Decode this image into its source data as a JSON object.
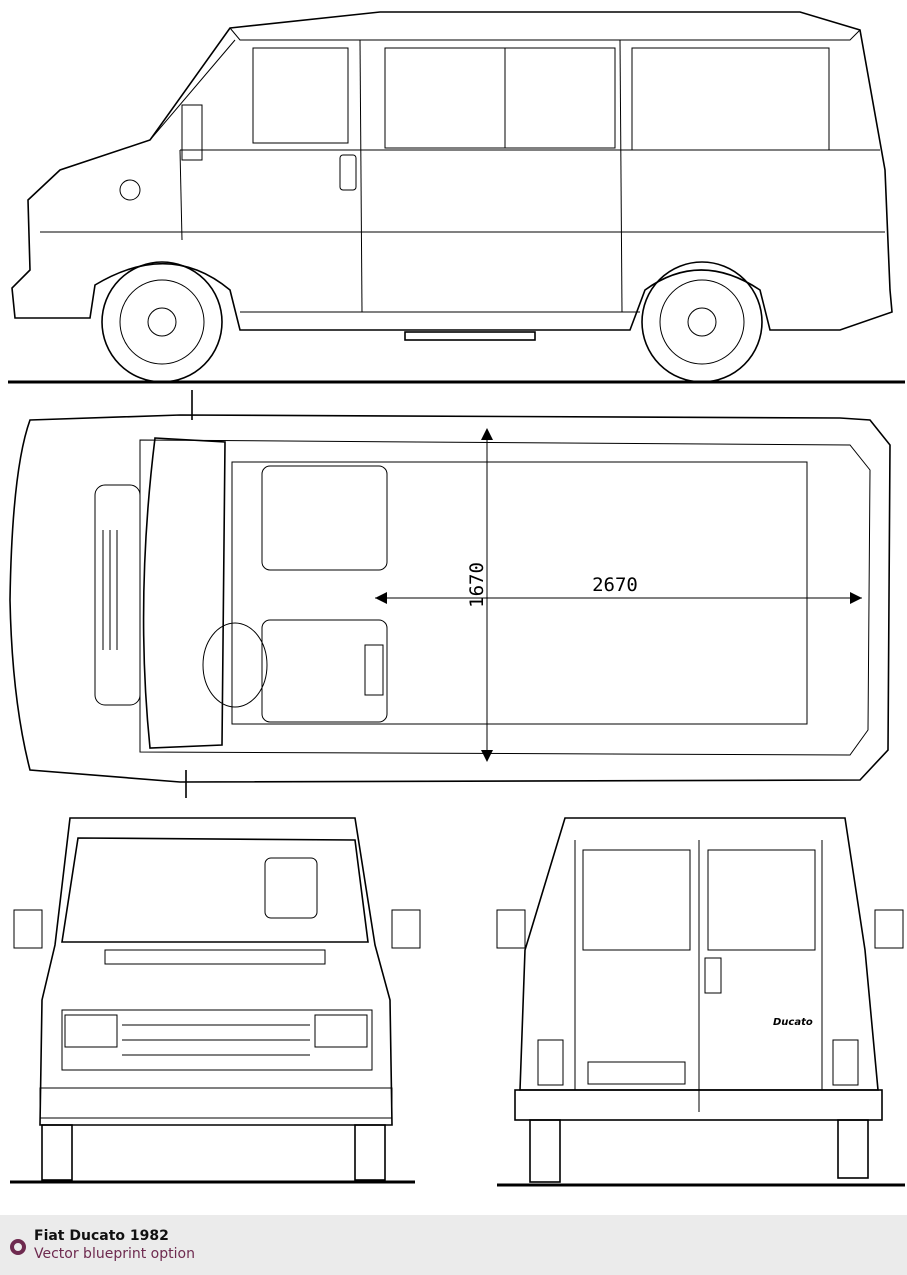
{
  "drawing": {
    "views": [
      "side",
      "top",
      "front",
      "rear"
    ],
    "dimensions": {
      "width_mm": "1670",
      "wheelbase_mm": "2670"
    },
    "badge_text": "Ducato"
  },
  "footer": {
    "title": "Fiat Ducato 1982",
    "subtitle": "Vector blueprint option",
    "accent_color": "#6e2a4f"
  }
}
